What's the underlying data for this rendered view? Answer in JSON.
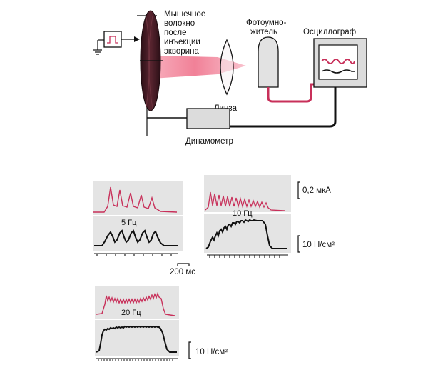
{
  "labels": {
    "fiber": [
      "Мышечное",
      "волокно",
      "после",
      "инъекции",
      "экворина"
    ],
    "pmt": [
      "Фотоумно-",
      "житель"
    ],
    "oscilloscope": "Осциллограф",
    "lens": "Линза",
    "dynamometer": "Динамометр"
  },
  "scale": {
    "light": "0,2 мкА",
    "force_top": "10 Н/см²",
    "force_bottom": "10  Н/см²",
    "time": "200 мс"
  },
  "panels": [
    {
      "freq": "5 Гц",
      "stim_count": 9
    },
    {
      "freq": "10 Гц",
      "stim_count": 15
    },
    {
      "freq": "20 Гц",
      "stim_count": 27
    }
  ],
  "colors": {
    "light": "#c8305a",
    "force": "#111111",
    "beam": "#f07a92",
    "panel": "#e4e4e4",
    "fiber": "#3a1a22"
  }
}
